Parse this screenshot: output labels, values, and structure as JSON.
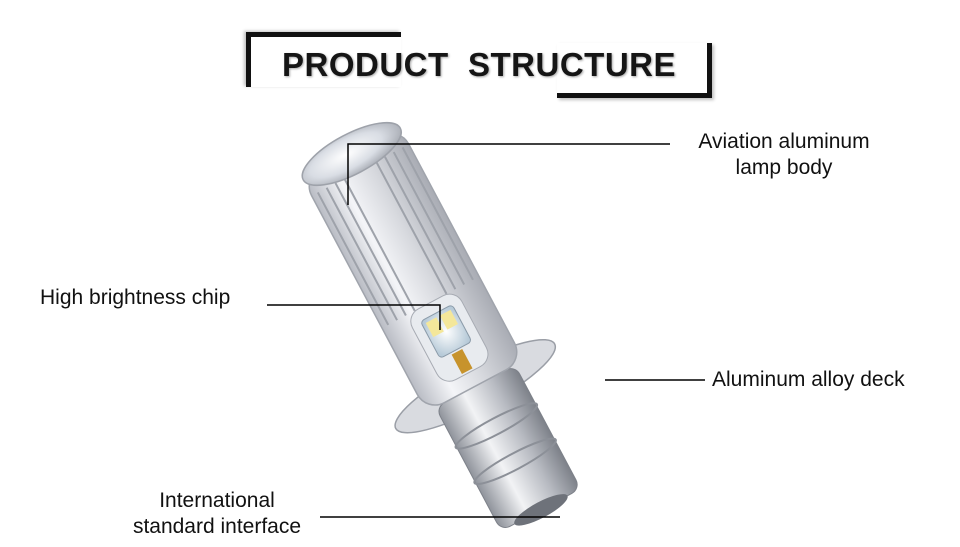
{
  "title": "PRODUCT  STRUCTURE",
  "labels": {
    "lamp_body": {
      "line1": "Aviation aluminum",
      "line2": "lamp body"
    },
    "chip": "High brightness chip",
    "deck": "Aluminum alloy deck",
    "interface": {
      "line1": "International",
      "line2": "standard interface"
    }
  },
  "colors": {
    "text": "#111111",
    "leader_line": "#000000",
    "aluminum": "#c9ccd2"
  }
}
